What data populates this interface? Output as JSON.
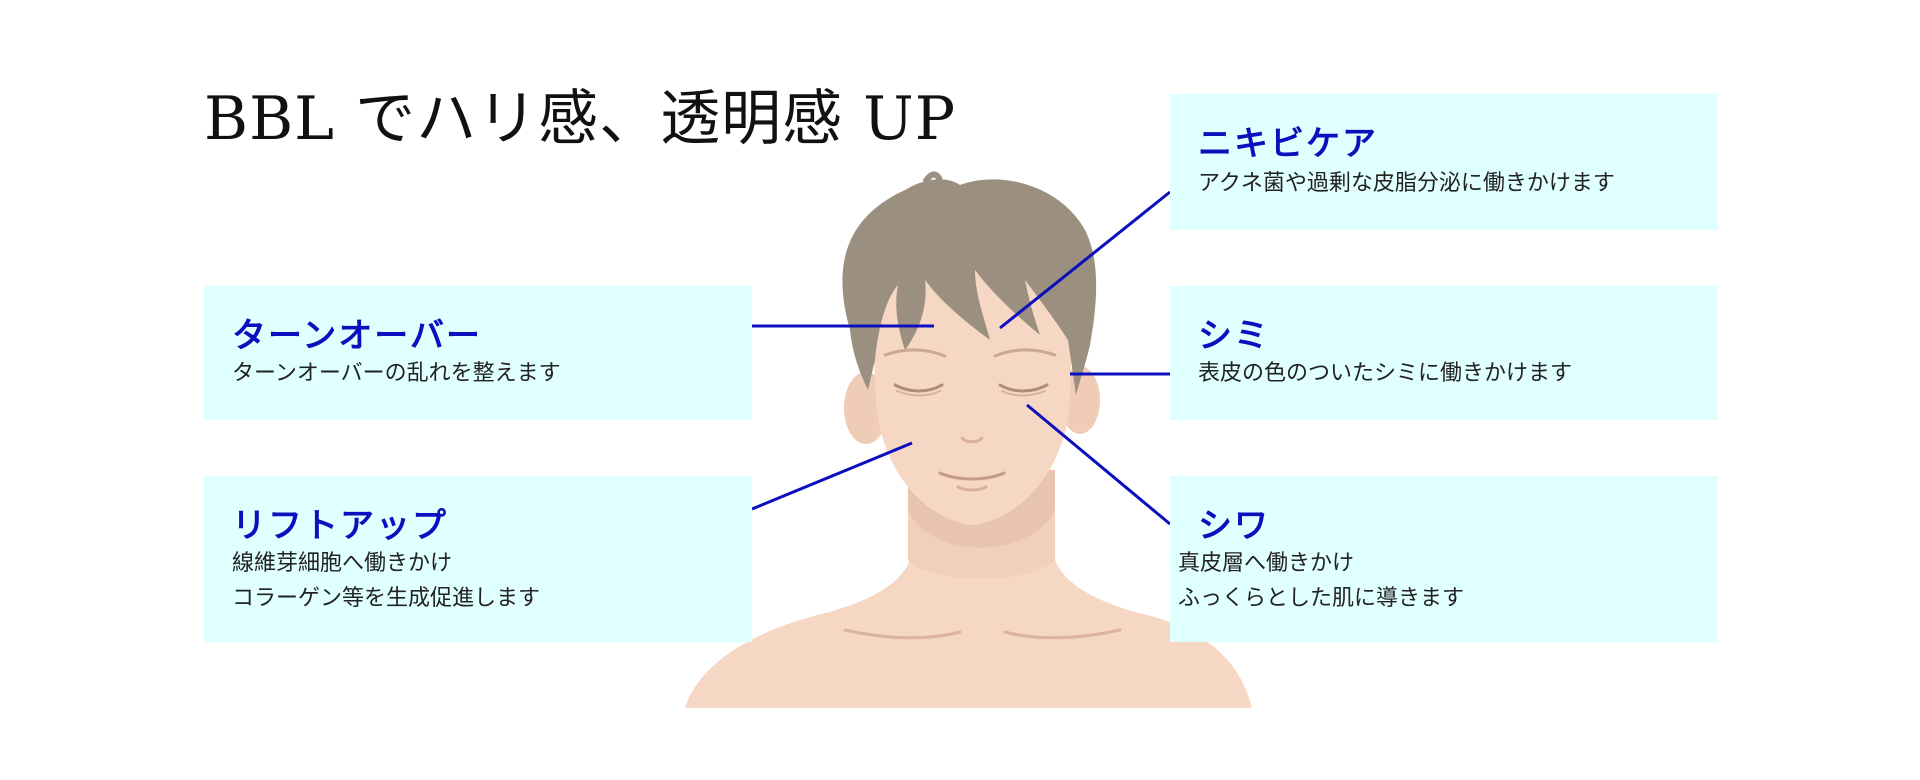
{
  "title": "BBL でハリ感、透明感 UP",
  "colors": {
    "accent": "#0c0fbd",
    "card_bg": "#e0ffff",
    "skin": "#f6d7c4",
    "skin_shadow": "#e8c3ad",
    "hair": "#9b9080"
  },
  "illustration": {
    "name": "face-illustration"
  },
  "cards": [
    {
      "id": "turnover",
      "title": "ターンオーバー",
      "lines": [
        "ターンオーバーの乱れを整えます"
      ]
    },
    {
      "id": "liftup",
      "title": "リフトアップ",
      "lines": [
        "線維芽細胞へ働きかけ",
        "コラーゲン等を生成促進します"
      ]
    },
    {
      "id": "acne",
      "title": "ニキビケア",
      "lines": [
        "アクネ菌や過剰な皮脂分泌に働きかけます"
      ]
    },
    {
      "id": "spots",
      "title": "シミ",
      "lines": [
        "表皮の色のついたシミに働きかけます"
      ]
    },
    {
      "id": "wrinkles",
      "title": "シワ",
      "lines": [
        "真皮層へ働きかけ",
        "ふっくらとした肌に導きます"
      ]
    }
  ]
}
